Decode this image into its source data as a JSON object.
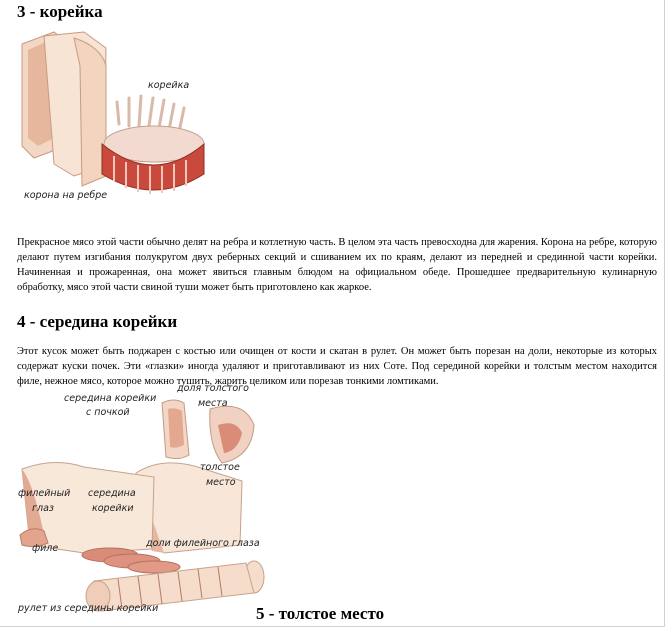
{
  "section3": {
    "title": "3 - корейка",
    "labels": {
      "loin": "корейка",
      "crown": "корона на ребре"
    },
    "paragraph": "Прекрасное мясо этой части обычно делят на ребра и котлетную часть. В целом эта часть превосходна для жарения. Корона на ребре, которую делают путем изгибания полукругом двух реберных секций и сшиванием их по краям, делают из передней и срединной части корейки. Начиненная и прожаренная, она может явиться главным блюдом на официальном обеде. Прошедшее предварительную кулинарную обработку, мясо этой части свиной туши может быть приготовлено как жаркое."
  },
  "section4": {
    "title": "4 - середина корейки",
    "paragraph": "Этот кусок может быть поджарен с костью или очищен от кости и скатан в рулет. Он может быть порезан на доли, некоторые из которых содержат куски почек. Эти «глазки» иногда удаляют и приготавливают из них Соте. Под серединой корейки и толстым местом находится филе, нежное мясо, которое можно тушить, жарить целиком или порезав тонкими ломтиками.",
    "labels": {
      "mid_kidney_1": "середина корейки",
      "mid_kidney_2": "с почкой",
      "thick_share_1": "доля толстого",
      "thick_share_2": "места",
      "thick_1": "толстое",
      "thick_2": "место",
      "eye_1": "филейный",
      "eye_2": "глаз",
      "mid_1": "середина",
      "mid_2": "корейки",
      "fillet": "филе",
      "eye_slices": "доли филейного глаза",
      "roll": "рулет из середины корейки"
    }
  },
  "section5": {
    "title": "5 - толстое место"
  }
}
